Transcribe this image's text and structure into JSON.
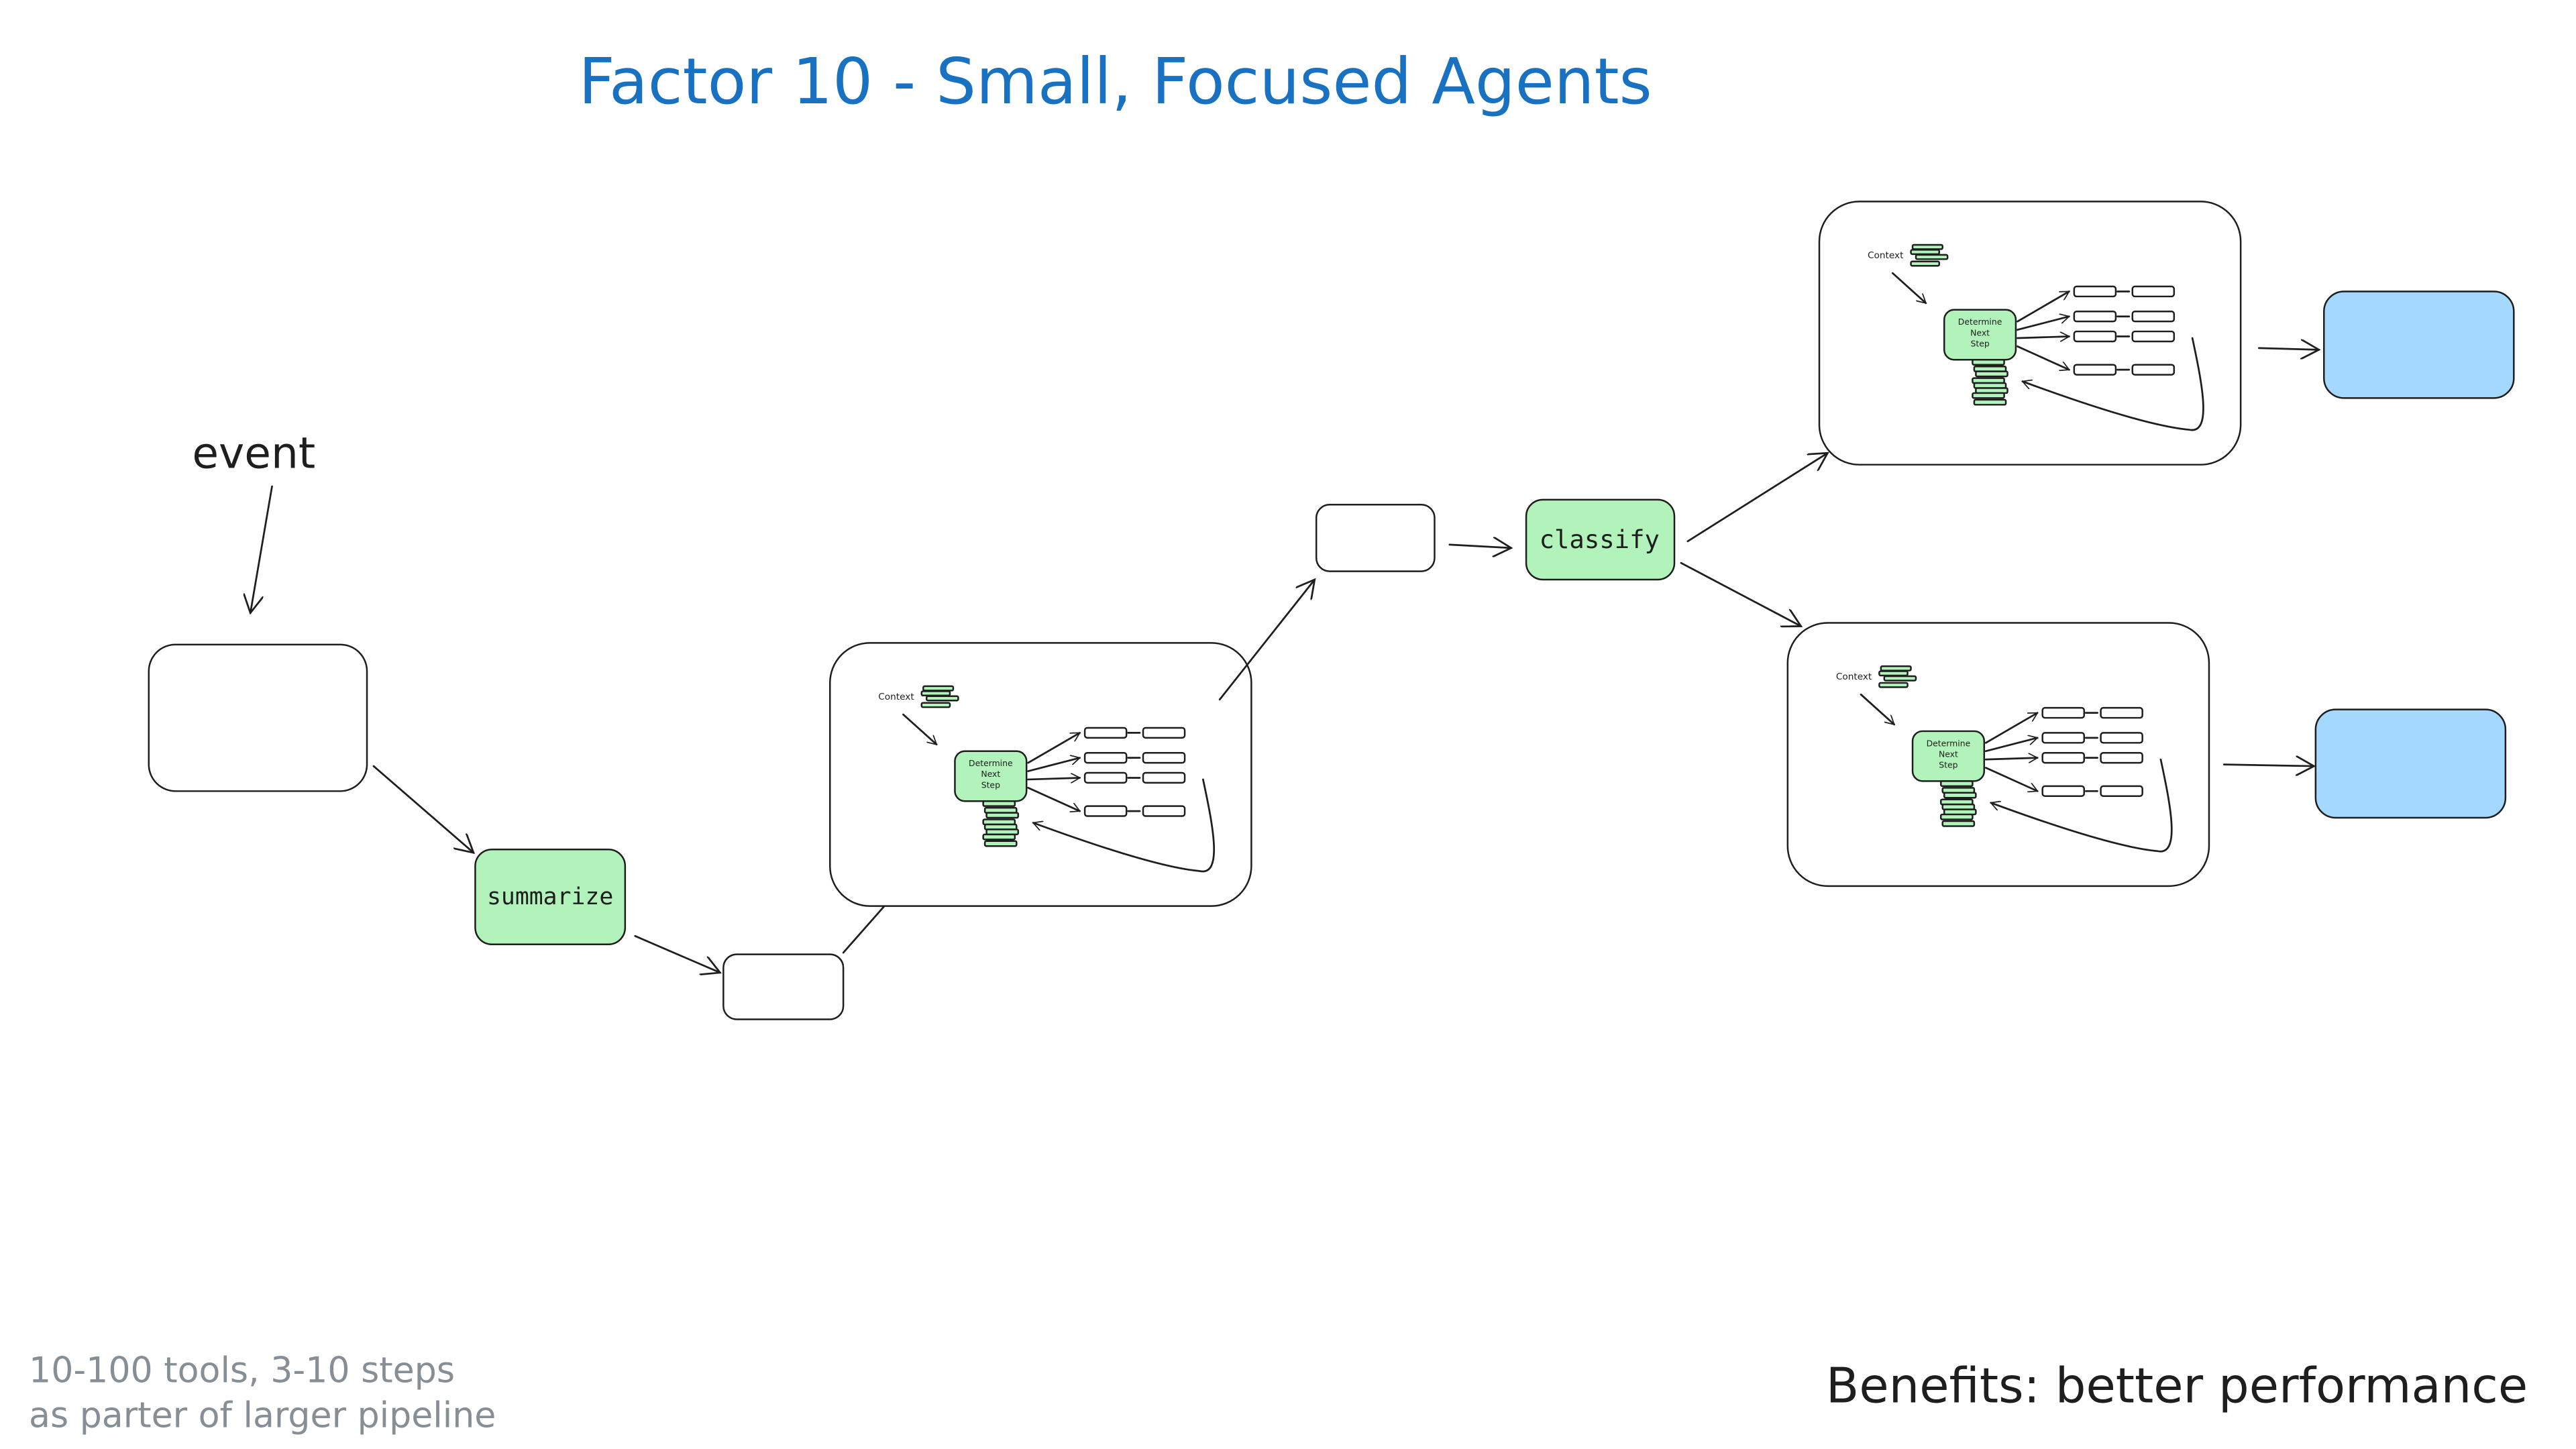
{
  "title": "Factor 10 - Small, Focused Agents",
  "event_label": "event",
  "steps": {
    "summarize": "summarize",
    "classify": "classify"
  },
  "mini_agent": {
    "context_label": "Context",
    "determine_label": [
      "Determine",
      "Next",
      "Step"
    ]
  },
  "notes": {
    "line1": "10-100 tools, 3-10 steps",
    "line2": "as parter of larger pipeline"
  },
  "benefits": "Benefits: better performance",
  "colors": {
    "title": "#1971c2",
    "step_fill": "#b2f2bb",
    "output_fill": "#a5d8ff",
    "note_text": "#868e96",
    "stroke": "#1e1e1e"
  }
}
